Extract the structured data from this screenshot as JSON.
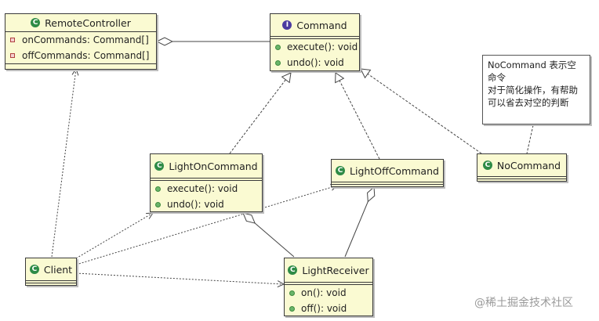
{
  "diagram": {
    "classes": {
      "remote_controller": {
        "name": "RemoteController",
        "fields": [
          "onCommands: Command[]",
          "offCommands: Command[]"
        ]
      },
      "command": {
        "name": "Command",
        "stereotype_icon": "I",
        "methods": [
          "execute(): void",
          "undo(): void"
        ]
      },
      "light_on_command": {
        "name": "LightOnCommand",
        "methods": [
          "execute(): void",
          "undo(): void"
        ]
      },
      "light_off_command": {
        "name": "LightOffCommand",
        "methods": []
      },
      "no_command": {
        "name": "NoCommand",
        "methods": []
      },
      "client": {
        "name": "Client",
        "methods": []
      },
      "light_receiver": {
        "name": "LightReceiver",
        "methods": [
          "on(): void",
          "off(): void"
        ]
      }
    },
    "class_icon": "C",
    "note": {
      "lines": [
        "NoCommand 表示空",
        "命令",
        "对于简化操作，有帮助",
        "可以省去对空的判断"
      ]
    },
    "relations": [
      {
        "from": "RemoteController",
        "to": "Command",
        "type": "aggregation"
      },
      {
        "from": "LightOnCommand",
        "to": "Command",
        "type": "realization"
      },
      {
        "from": "LightOffCommand",
        "to": "Command",
        "type": "realization"
      },
      {
        "from": "NoCommand",
        "to": "Command",
        "type": "realization"
      },
      {
        "from": "Client",
        "to": "RemoteController",
        "type": "dependency"
      },
      {
        "from": "Client",
        "to": "LightOnCommand",
        "type": "dependency"
      },
      {
        "from": "Client",
        "to": "LightOffCommand",
        "type": "dependency"
      },
      {
        "from": "Client",
        "to": "LightReceiver",
        "type": "dependency"
      },
      {
        "from": "LightOnCommand",
        "to": "LightReceiver",
        "type": "aggregation"
      },
      {
        "from": "LightOffCommand",
        "to": "LightReceiver",
        "type": "aggregation"
      },
      {
        "from": "Note",
        "to": "NoCommand",
        "type": "note-link"
      }
    ],
    "colors": {
      "class_fill": "#fafad2",
      "class_icon": "#2e8b46",
      "interface_icon": "#4b3aa0",
      "method_dot": "#6ab56a",
      "field_square": "#b04040"
    }
  },
  "watermark": "@稀土掘金技术社区"
}
